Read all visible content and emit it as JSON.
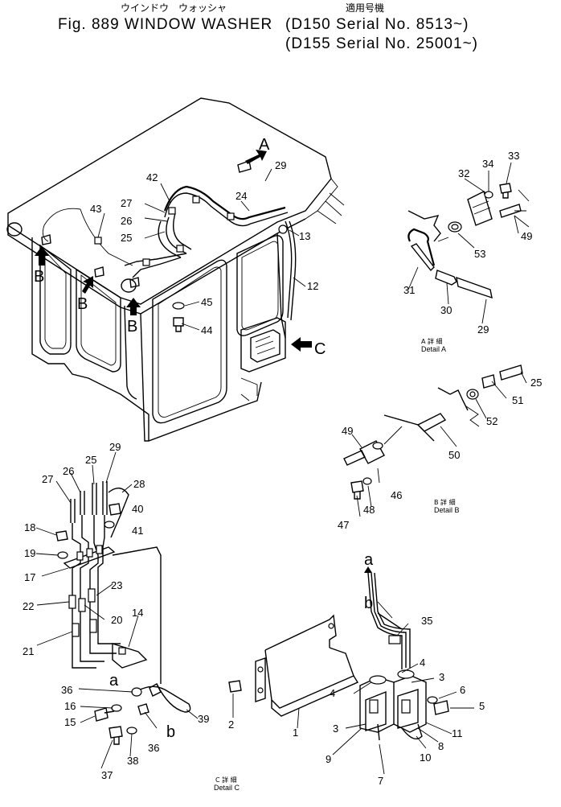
{
  "header": {
    "title_jp": "ウインドウ　ウォッシャ",
    "title": "Fig. 889 WINDOW WASHER",
    "applicable_jp": "適用号機",
    "serial_1": "(D150 Serial No. 8513~)",
    "serial_2": "(D155 Serial No. 25001~)"
  },
  "details": {
    "a": {
      "jp": "A 詳 細",
      "en": "Detail A"
    },
    "b": {
      "jp": "B 詳 細",
      "en": "Detail B"
    },
    "c": {
      "jp": "C 詳 細",
      "en": "Detail C"
    }
  },
  "view_labels": {
    "A": "A",
    "B": "B",
    "C": "C",
    "a": "a",
    "b": "b"
  },
  "parts": {
    "p1": "1",
    "p2": "2",
    "p3": "3",
    "p4": "4",
    "p5": "5",
    "p6": "6",
    "p7": "7",
    "p8": "8",
    "p9": "9",
    "p10": "10",
    "p11": "11",
    "p12": "12",
    "p13": "13",
    "p14": "14",
    "p15": "15",
    "p16": "16",
    "p17": "17",
    "p18": "18",
    "p19": "19",
    "p20": "20",
    "p21": "21",
    "p22": "22",
    "p23": "23",
    "p24": "24",
    "p25": "25",
    "p26": "26",
    "p27": "27",
    "p28": "28",
    "p29": "29",
    "p30": "30",
    "p31": "31",
    "p32": "32",
    "p33": "33",
    "p34": "34",
    "p35": "35",
    "p36": "36",
    "p37": "37",
    "p38": "38",
    "p39": "39",
    "p40": "40",
    "p41": "41",
    "p42": "42",
    "p43": "43",
    "p44": "44",
    "p45": "45",
    "p46": "46",
    "p47": "47",
    "p48": "48",
    "p49": "49",
    "p50": "50",
    "p51": "51",
    "p52": "52",
    "p53": "53"
  }
}
